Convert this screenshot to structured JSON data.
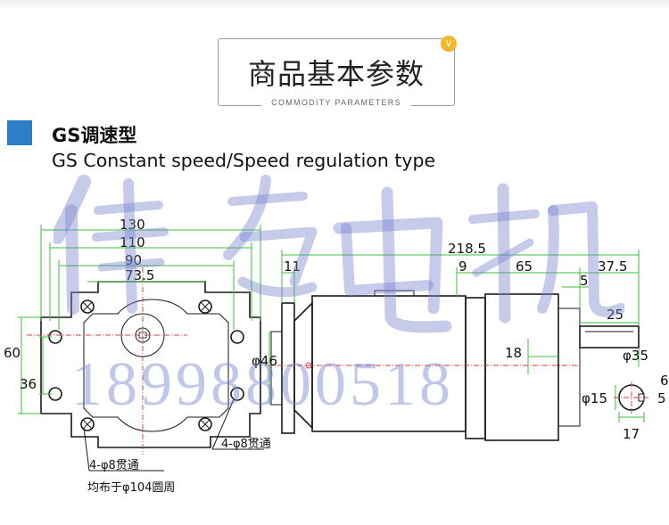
{
  "header": {
    "title": "商品基本参数",
    "subtitle": "COMMODITY PARAMETERS",
    "badge_glyph": "v"
  },
  "section": {
    "title": "GS调速型",
    "subtitle": "GS Constant speed/Speed regulation type"
  },
  "watermark": {
    "phone": "18998800518"
  },
  "drawing": {
    "front_view": {
      "dims": [
        "130",
        "110",
        "90",
        "73.5",
        "60",
        "36"
      ],
      "hole_note_right": "4-φ8贯通",
      "hole_note_left_line1": "4-φ8贯通",
      "hole_note_left_line2": "均布于φ104圆周"
    },
    "side_view": {
      "dims": [
        "218.5",
        "11",
        "9",
        "65",
        "37.5",
        "5",
        "25",
        "φ46",
        "18",
        "φ35"
      ]
    },
    "shaft_view": {
      "dims": [
        "φ15",
        "5",
        "17",
        "6"
      ]
    }
  },
  "colors": {
    "accent_blue": "#2c7ec6",
    "badge_yellow": "#f3b72a",
    "dimension_green": "#3bbf3b",
    "center_red": "#d23a3a",
    "watermark": "#7682cd"
  }
}
